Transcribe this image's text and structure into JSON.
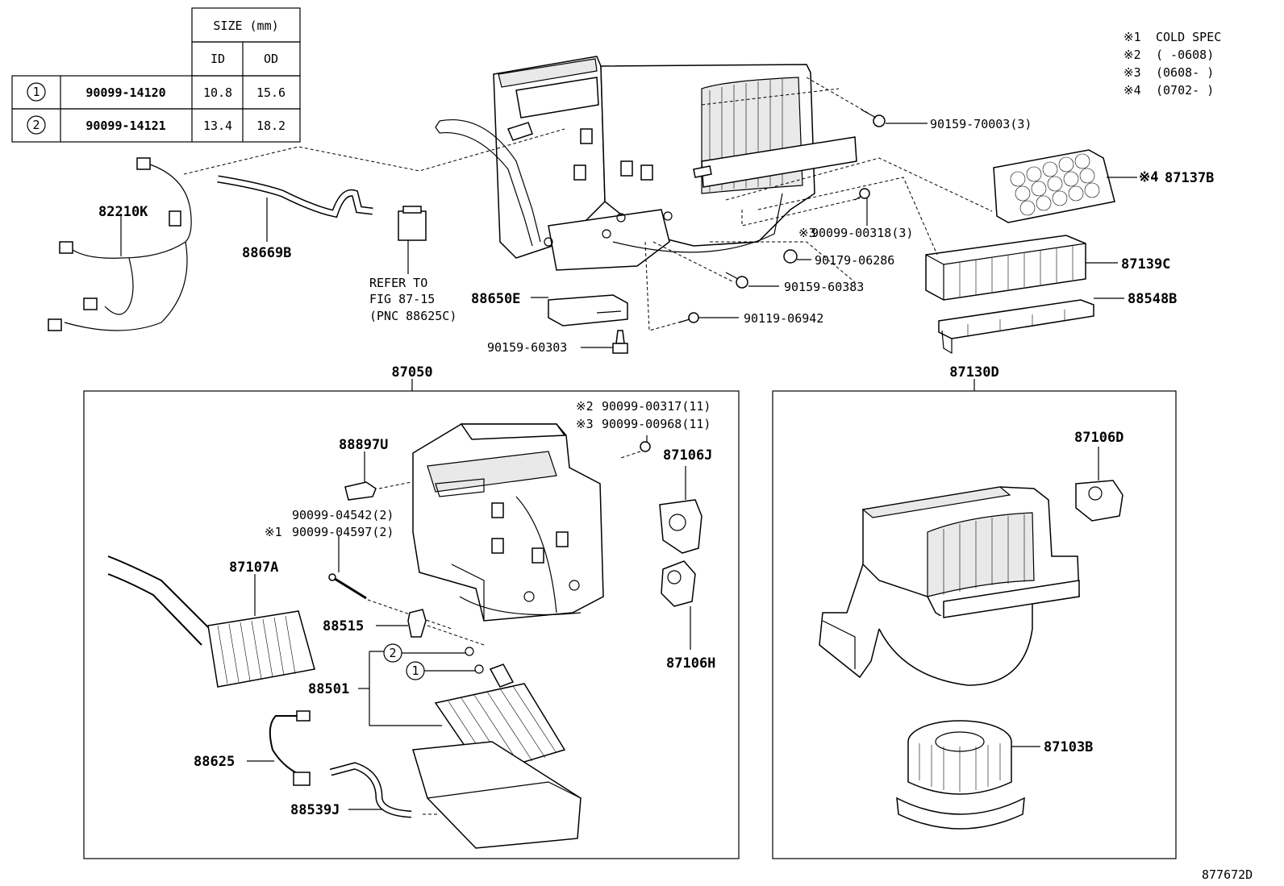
{
  "size_table": {
    "header_size": "SIZE (mm)",
    "header_id": "ID",
    "header_od": "OD",
    "rows": [
      {
        "mark": "1",
        "part": "90099-14120",
        "id": "10.8",
        "od": "15.6"
      },
      {
        "mark": "2",
        "part": "90099-14121",
        "id": "13.4",
        "od": "18.2"
      }
    ]
  },
  "notes": [
    {
      "mark": "※1",
      "text": "COLD SPEC"
    },
    {
      "mark": "※2",
      "text": "(      -0608)"
    },
    {
      "mark": "※3",
      "text": "(0608-      )"
    },
    {
      "mark": "※4",
      "text": "(0702-      )"
    }
  ],
  "labels": {
    "p82210K": "82210K",
    "p88669B": "88669B",
    "refer1": "REFER TO",
    "refer2": "FIG 87-15",
    "refer3": "(PNC 88625C)",
    "p88650E": "88650E",
    "p90159_60303": "90159-60303",
    "p90159_70003": "90159-70003(3)",
    "p87137B": "87137B",
    "p87137B_mark": "※4",
    "p90099_00318": "90099-00318(3)",
    "p90099_00318_mark": "※3",
    "p90179_06286": "90179-06286",
    "p87139C": "87139C",
    "p90159_60383": "90159-60383",
    "p88548B": "88548B",
    "p90119_06942": "90119-06942",
    "p87050": "87050",
    "p87130D": "87130D",
    "p90099_00317": "90099-00317(11)",
    "p90099_00317_mark": "※2",
    "p90099_00968": "90099-00968(11)",
    "p90099_00968_mark": "※3",
    "p88897U": "88897U",
    "p87106J": "87106J",
    "p90099_04542": "90099-04542(2)",
    "p90099_04597": "90099-04597(2)",
    "p90099_04597_mark": "※1",
    "p87107A": "87107A",
    "p88515": "88515",
    "ring2": "2",
    "ring1": "1",
    "p88501": "88501",
    "p87106H": "87106H",
    "p88625": "88625",
    "p88539J": "88539J",
    "p87106D": "87106D",
    "p87103B": "87103B",
    "diagram_id": "877672D"
  }
}
